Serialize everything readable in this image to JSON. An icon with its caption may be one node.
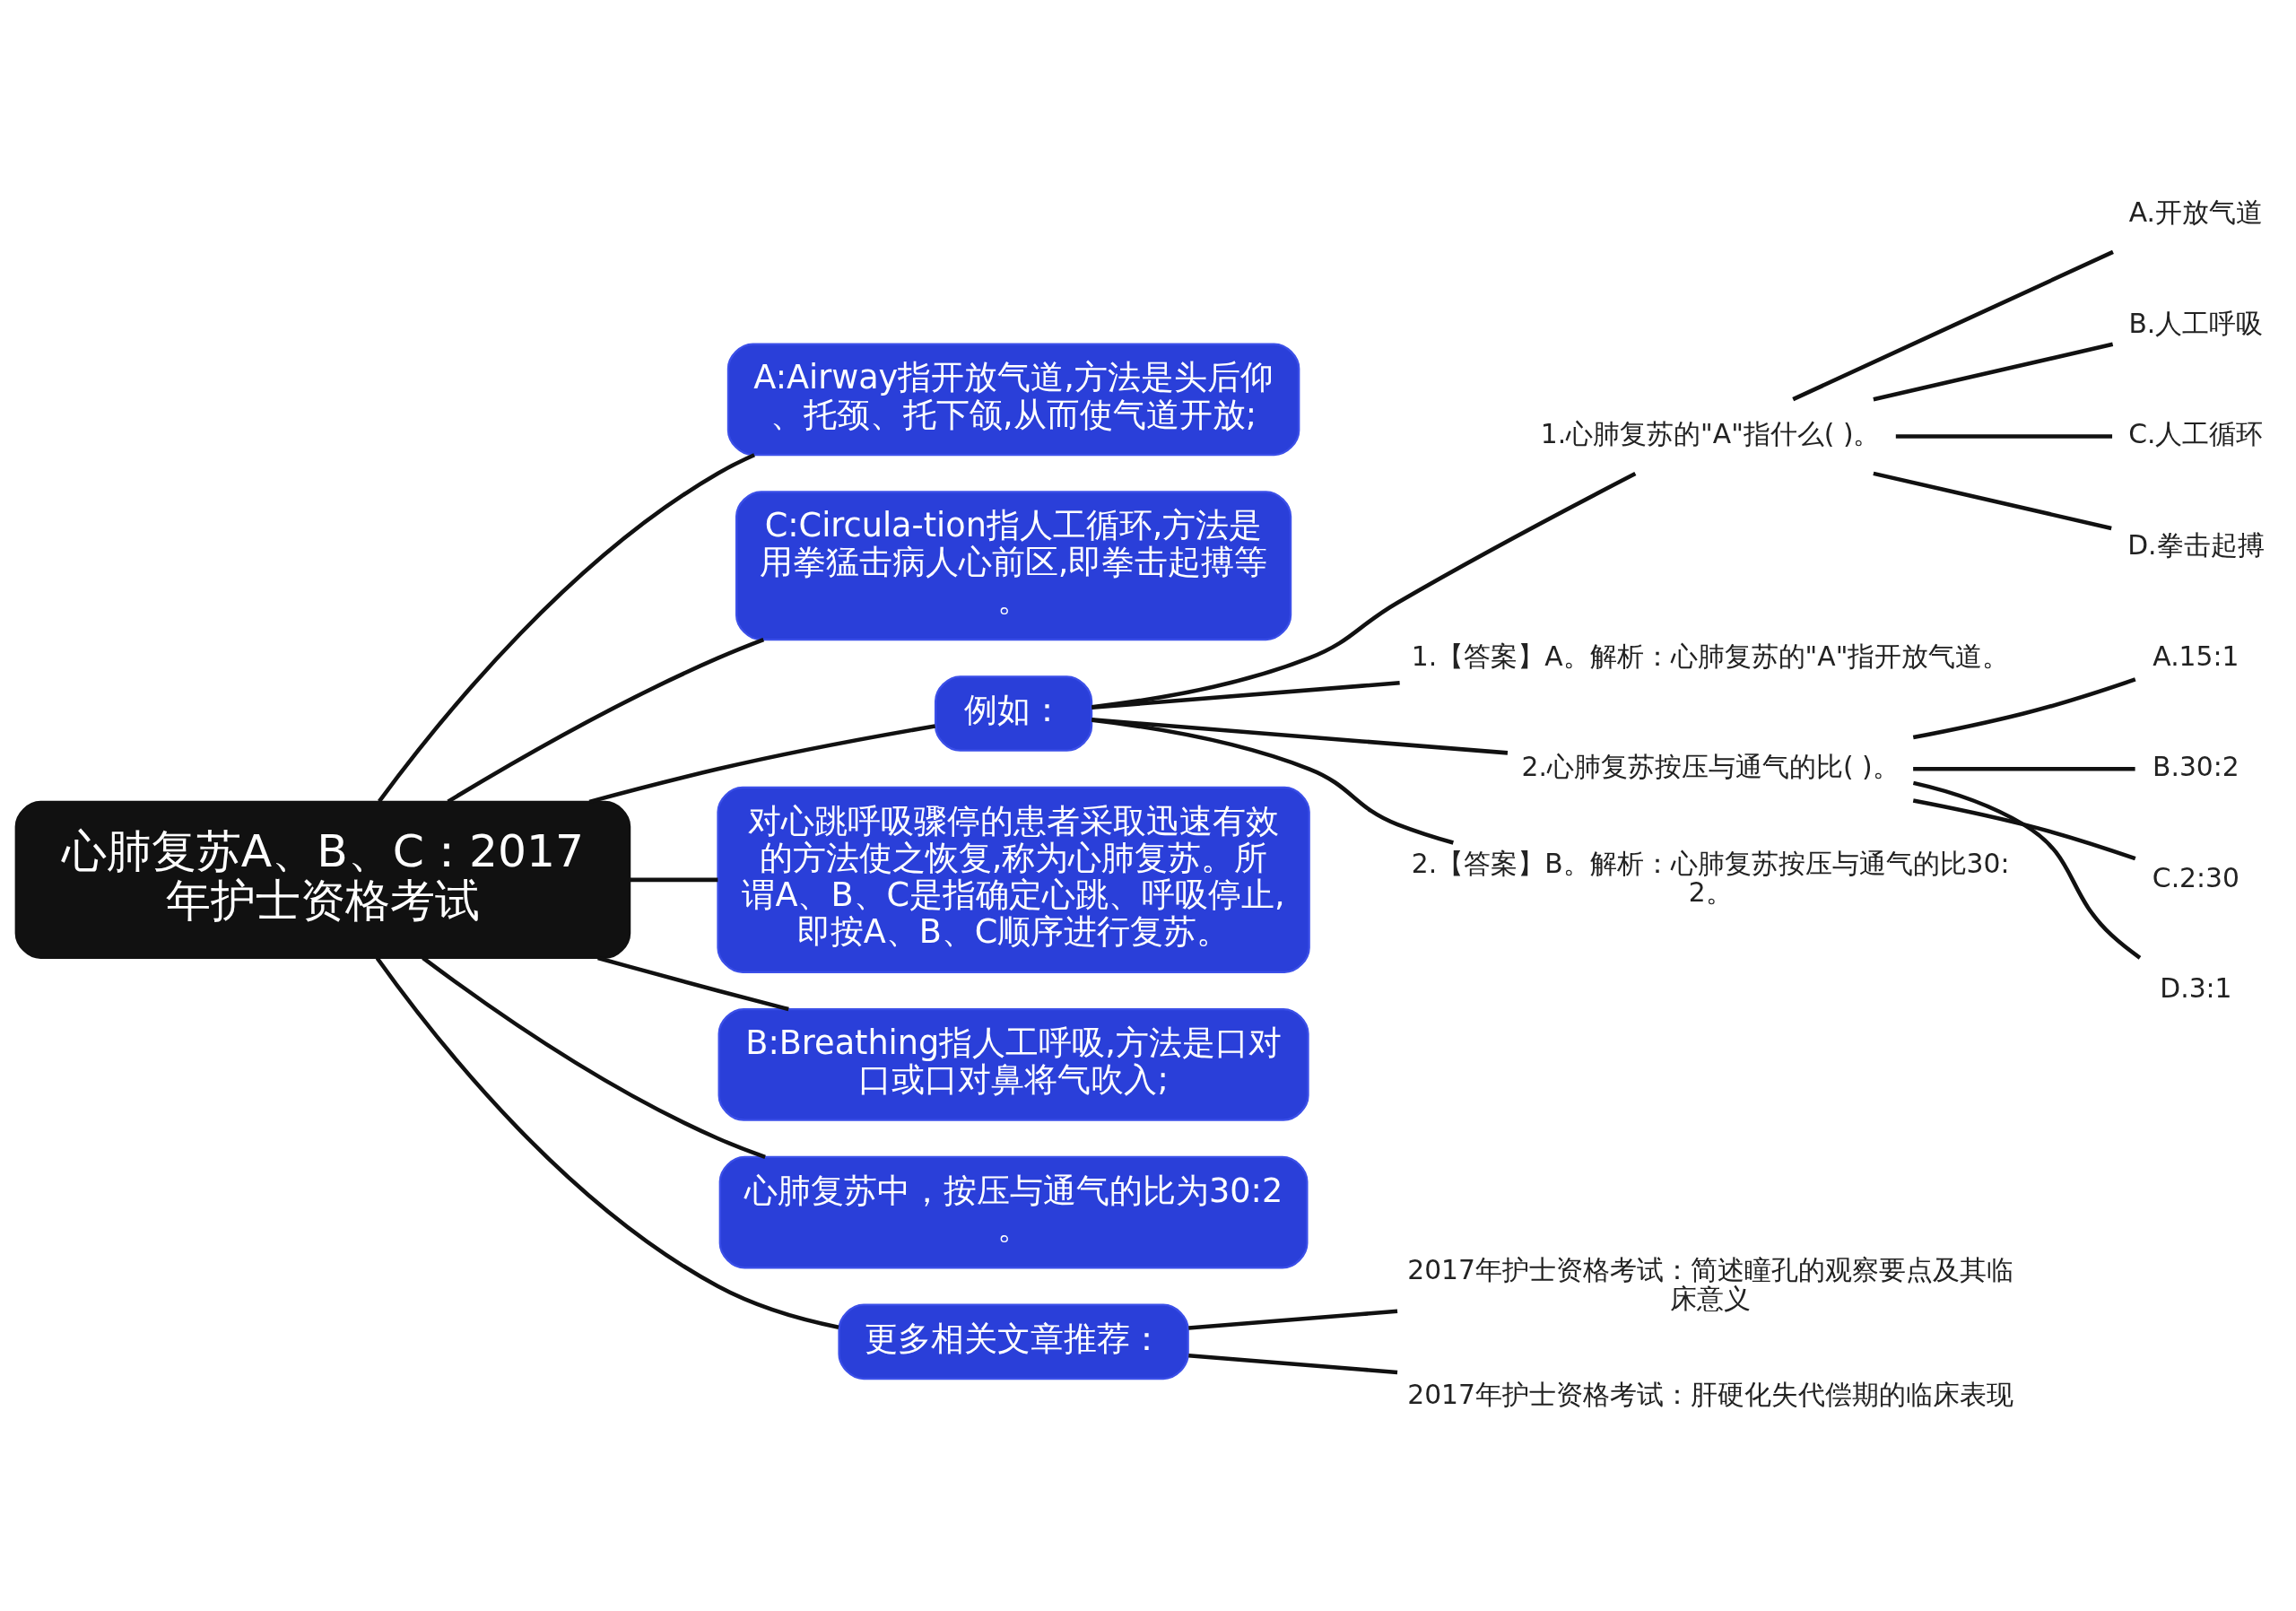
{
  "diagram": {
    "nodes": [
      {
        "text": [
          "心肺复苏A、B、C：2017年护士资格考试"
        ]
      },
      {
        "text": [
          "A:Airway指开放气道,方法是头后仰、托颈、托下颌,从而使气道开放;"
        ]
      },
      {
        "text": [
          "C:Circula-tion指人工循环,方法是用拳猛击病人心前区,即拳击起搏等。"
        ]
      },
      {
        "text": [
          "例如："
        ]
      },
      {
        "text": [
          "1.心肺复苏的\"A\"指什么( )。"
        ]
      },
      {
        "text": [
          "A.开放气道"
        ]
      },
      {
        "text": [
          "B.人工呼吸"
        ]
      },
      {
        "text": [
          "C.人工循环"
        ]
      },
      {
        "text": [
          "D.拳击起搏"
        ]
      },
      {
        "text": [
          "1.【答案】A。解析：心肺复苏的\"A\"指开放气道。"
        ]
      },
      {
        "text": [
          "2.心肺复苏按压与通气的比( )。"
        ]
      },
      {
        "text": [
          "A.15:1"
        ]
      },
      {
        "text": [
          "B.30:2"
        ]
      },
      {
        "text": [
          "C.2:30"
        ]
      },
      {
        "text": [
          "D.3:1"
        ]
      },
      {
        "text": [
          "2.【答案】B。解析：心肺复苏按压与通气的比30:2。"
        ]
      },
      {
        "text": [
          "对心跳呼吸骤停的患者采取迅速有效的方法使之恢复,称为心肺复苏。所谓A、B、C是指确定心跳、呼吸停止,即按A、B、C顺序进行复苏。"
        ]
      },
      {
        "text": [
          "B:Breathing指人工呼吸,方法是口对口或口对鼻将气吹入;"
        ]
      },
      {
        "text": [
          "心肺复苏中，按压与通气的比为30:2。"
        ]
      },
      {
        "text": [
          "更多相关文章推荐："
        ]
      },
      {
        "text": [
          "2017年护士资格考试：简述瞳孔的观察要点及其临床意义"
        ]
      },
      {
        "text": [
          "2017年护士资格考试：肝硬化失代偿期的临床表现"
        ]
      }
    ],
    "edges": [
      {
        "from": 0,
        "to": 1,
        "arrow": "none"
      },
      {
        "from": 0,
        "to": 2,
        "arrow": "none"
      },
      {
        "from": 0,
        "to": 3,
        "arrow": "none"
      },
      {
        "from": 3,
        "to": 4,
        "arrow": "none"
      },
      {
        "from": 4,
        "to": 5,
        "arrow": "none"
      },
      {
        "from": 4,
        "to": 6,
        "arrow": "none"
      },
      {
        "from": 4,
        "to": 7,
        "arrow": "none"
      },
      {
        "from": 4,
        "to": 8,
        "arrow": "none"
      },
      {
        "from": 3,
        "to": 9,
        "arrow": "none"
      },
      {
        "from": 3,
        "to": 10,
        "arrow": "none"
      },
      {
        "from": 10,
        "to": 11,
        "arrow": "none"
      },
      {
        "from": 10,
        "to": 12,
        "arrow": "none"
      },
      {
        "from": 10,
        "to": 13,
        "arrow": "none"
      },
      {
        "from": 10,
        "to": 14,
        "arrow": "none"
      },
      {
        "from": 3,
        "to": 15,
        "arrow": "none"
      },
      {
        "from": 0,
        "to": 16,
        "arrow": "none"
      },
      {
        "from": 0,
        "to": 17,
        "arrow": "none"
      },
      {
        "from": 0,
        "to": 18,
        "arrow": "none"
      },
      {
        "from": 0,
        "to": 19,
        "arrow": "none"
      },
      {
        "from": 19,
        "to": 20,
        "arrow": "none"
      },
      {
        "from": 19,
        "to": 21,
        "arrow": "none"
      }
    ]
  }
}
